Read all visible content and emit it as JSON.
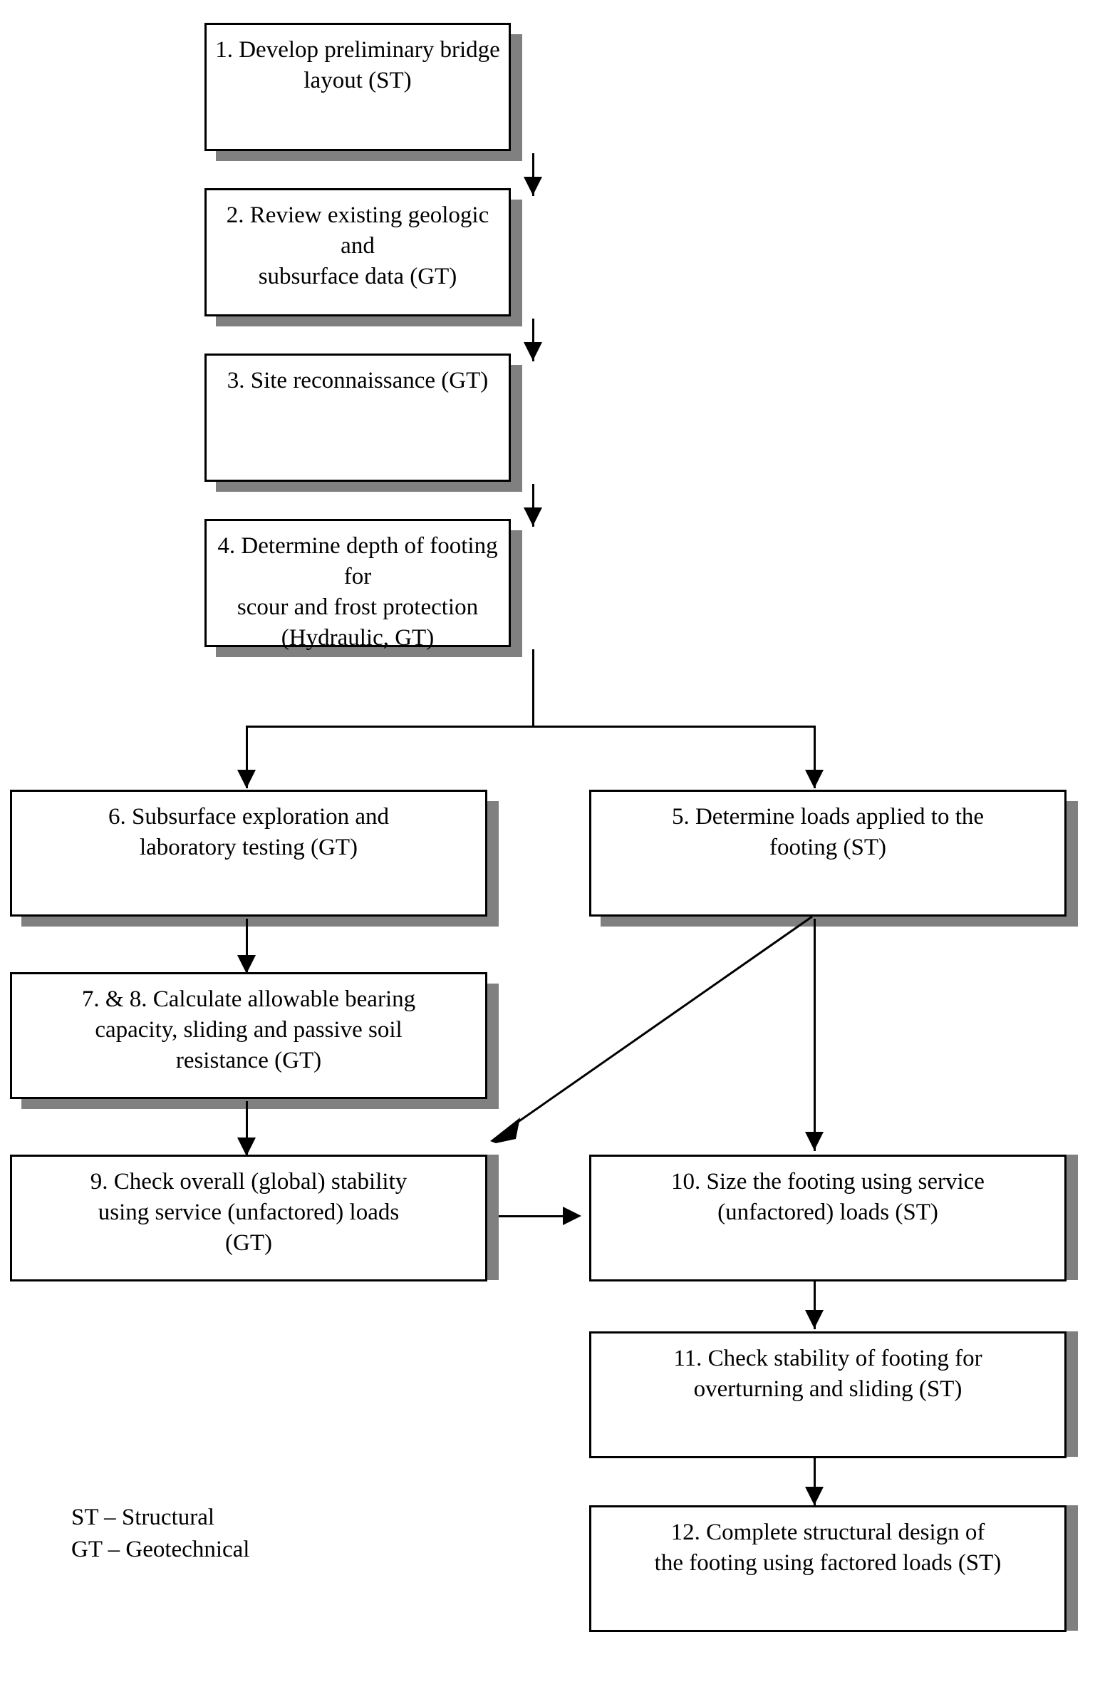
{
  "diagram": {
    "type": "flowchart",
    "title": "Spread footing design process flowchart",
    "orientation": "top-to-bottom with a two-branch split after step 4",
    "colors": {
      "box_fill": "#ffffff",
      "box_border": "#000000",
      "shadow": "#808080",
      "text": "#000000",
      "background": "#ffffff"
    },
    "nodes": [
      {
        "id": "n1",
        "number": "1.",
        "text": "1.  Develop preliminary bridge\nlayout (ST)",
        "discipline": "ST"
      },
      {
        "id": "n2",
        "number": "2.",
        "text": "2.  Review existing geologic and\nsubsurface data (GT)",
        "discipline": "GT"
      },
      {
        "id": "n3",
        "number": "3.",
        "text": "3.  Site reconnaissance (GT)",
        "discipline": "GT"
      },
      {
        "id": "n4",
        "number": "4.",
        "text": "4.  Determine depth of footing for\nscour and frost protection\n(Hydraulic, GT)",
        "discipline": "Hydraulic, GT"
      },
      {
        "id": "n6",
        "number": "6.",
        "text": "6.  Subsurface exploration and\nlaboratory testing (GT)",
        "discipline": "GT"
      },
      {
        "id": "n5",
        "number": "5.",
        "text": "5.  Determine loads applied to the\nfooting (ST)",
        "discipline": "ST"
      },
      {
        "id": "n78",
        "number": "7. & 8.",
        "text": "7. & 8. Calculate allowable bearing\ncapacity, sliding and passive soil\nresistance (GT)",
        "discipline": "GT"
      },
      {
        "id": "n9",
        "number": "9.",
        "text": "9.  Check overall (global) stability\nusing service (unfactored) loads\n(GT)",
        "discipline": "GT"
      },
      {
        "id": "n10",
        "number": "10.",
        "text": "10.  Size the footing using service\n(unfactored) loads (ST)",
        "discipline": "ST"
      },
      {
        "id": "n11",
        "number": "11.",
        "text": "11.  Check stability of footing for\noverturning and sliding (ST)",
        "discipline": "ST"
      },
      {
        "id": "n12",
        "number": "12.",
        "text": "12.  Complete structural design of\nthe footing using factored loads (ST)",
        "discipline": "ST"
      }
    ],
    "edges": [
      {
        "from": "n1",
        "to": "n2",
        "style": "vertical-arrow"
      },
      {
        "from": "n2",
        "to": "n3",
        "style": "vertical-arrow"
      },
      {
        "from": "n3",
        "to": "n4",
        "style": "vertical-arrow"
      },
      {
        "from": "n4",
        "to": "n6",
        "style": "split-branch-left-arrow"
      },
      {
        "from": "n4",
        "to": "n5",
        "style": "split-branch-right-arrow"
      },
      {
        "from": "n6",
        "to": "n78",
        "style": "vertical-arrow"
      },
      {
        "from": "n78",
        "to": "n9",
        "style": "vertical-arrow"
      },
      {
        "from": "n5",
        "to": "n9",
        "style": "diagonal-arrow"
      },
      {
        "from": "n5",
        "to": "n10",
        "style": "vertical-arrow"
      },
      {
        "from": "n9",
        "to": "n10",
        "style": "horizontal-arrow"
      },
      {
        "from": "n10",
        "to": "n11",
        "style": "vertical-arrow"
      },
      {
        "from": "n11",
        "to": "n12",
        "style": "vertical-arrow"
      }
    ]
  },
  "legend": {
    "text": "ST – Structural\nGT – Geotechnical",
    "entries": [
      {
        "abbr": "ST",
        "meaning": "Structural"
      },
      {
        "abbr": "GT",
        "meaning": "Geotechnical"
      }
    ]
  }
}
